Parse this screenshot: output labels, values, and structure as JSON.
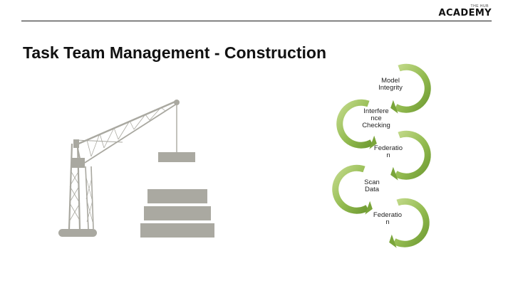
{
  "brand": {
    "small_text": "THE HUB",
    "name": "ACADEMY"
  },
  "slide": {
    "title": "Task Team Management - Construction"
  },
  "workflow": {
    "steps": [
      {
        "label": "Model Integrity"
      },
      {
        "label": "Interfere nce Checking"
      },
      {
        "label": "Federatio n"
      },
      {
        "label": "Scan Data"
      },
      {
        "label": "Federatio n"
      }
    ]
  },
  "colors": {
    "arrow_green_dark": "#7aa53a",
    "arrow_green_light": "#b8d47a",
    "crane_grey": "#a9a8a0",
    "block_grey": "#aaa9a1"
  }
}
